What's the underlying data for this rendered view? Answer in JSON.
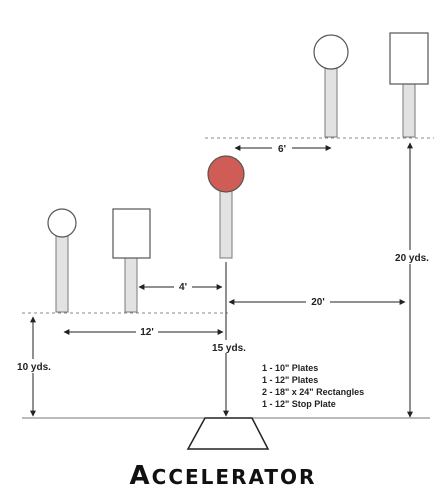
{
  "title": {
    "first": "A",
    "rest": "CCELERATOR"
  },
  "distances": {
    "near_line": "10 yds.",
    "mid": "15 yds.",
    "far": "20 yds."
  },
  "spacings": {
    "near_width": "12'",
    "near_to_stop": "4'",
    "stop_to_far": "20'",
    "far_width": "6'"
  },
  "legend": [
    "1 - 10\" Plates",
    "1 - 12\" Plates",
    "2 - 18\" x 24\" Rectangles",
    "1 - 12\" Stop Plate"
  ],
  "colors": {
    "stop_plate": "#cf5c55",
    "post_fill": "#e2e2e2",
    "target_outline": "#555555"
  }
}
